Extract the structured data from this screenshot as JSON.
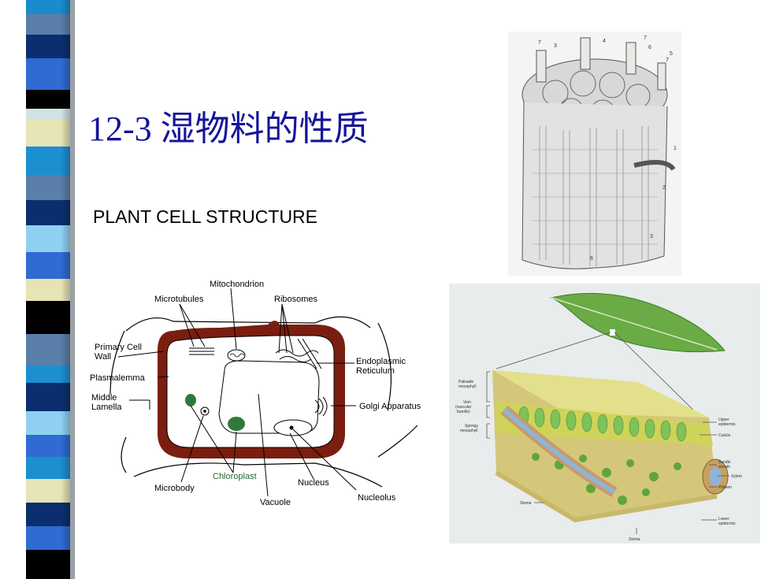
{
  "slide": {
    "title": "12-3 湿物料的性质",
    "subtitle": "PLANT CELL STRUCTURE"
  },
  "cell_diagram": {
    "labels": {
      "mitochondrion": "Mitochondrion",
      "microtubules": "Microtubules",
      "ribosomes": "Ribosomes",
      "primary_cell": "Primary Cell",
      "wall": "Wall",
      "plasmalemma": "Plasmalemma",
      "middle": "Middle",
      "lamella": "Lamella",
      "endoplasmic": "Endoplasmic",
      "reticulum": "Reticulum",
      "golgi": "Golgi Apparatus",
      "chloroplast": "Chloroplast",
      "nucleus": "Nucleus",
      "microbody": "Microbody",
      "vacuole": "Vacuole",
      "nucleolus": "Nucleolus"
    }
  },
  "leaf_diagram": {
    "labels": {
      "palisade_1": "Palisade",
      "palisade_2": "mesophyll",
      "vein_1": "Vein",
      "vein_2": "(vascular",
      "vein_3": "bundle)",
      "spongy_1": "Spongy",
      "spongy_2": "mesophyll",
      "upper_1": "Upper",
      "upper_2": "epidermis",
      "cuticle": "Cuticle",
      "bundle_1": "Bundle",
      "bundle_2": "sheath",
      "xylem": "Xylem",
      "phloem": "Phloem",
      "stoma_left": "Stoma",
      "lower_1": "Lower",
      "lower_2": "epidermis",
      "stoma_bottom": "Stoma"
    }
  },
  "stem_diagram": {
    "numbers": [
      "7",
      "3",
      "4",
      "7",
      "5",
      "6",
      "7",
      "1",
      "2",
      "3",
      "6"
    ]
  },
  "colors": {
    "title": "#14149b",
    "cell_wall": "#7a1e10",
    "chloroplast_label": "#1e6b2e",
    "leaf_green": "#5ea63a",
    "palisade_yellow": "#d9d750"
  }
}
